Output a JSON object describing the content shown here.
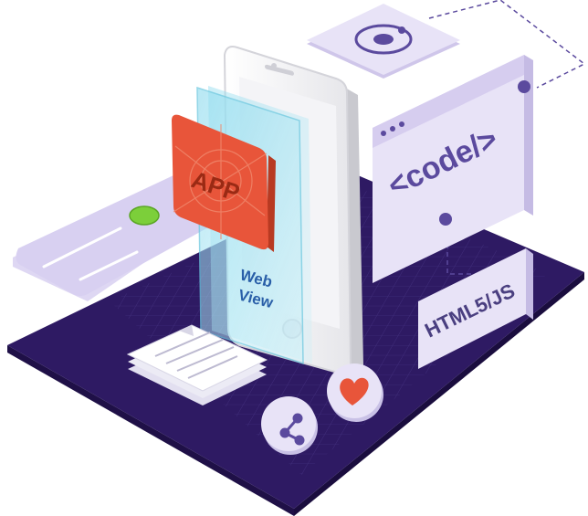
{
  "app_badge": {
    "label": "APP"
  },
  "webview": {
    "line1": "Web",
    "line2": "View"
  },
  "code_window": {
    "label": "<code/>"
  },
  "html_card": {
    "label": "HTML5/JS"
  },
  "colors": {
    "platform": "#2e1a63",
    "platform_side": "#1f1047",
    "lavender": "#e8e3f7",
    "lavender_dark": "#cfc6ea",
    "purple_accent": "#5b4a9e",
    "app_red": "#e8553a",
    "app_red_dark": "#b83a22",
    "glass": "#a9e3f1",
    "heart": "#e8553a",
    "green_dot": "#7ccf3a"
  },
  "icons": {
    "app": "app-badge-icon",
    "webview": "webview-panel",
    "code": "code-window-icon",
    "html": "html5-js-card",
    "share": "share-icon",
    "heart": "heart-icon",
    "document": "document-stack-icon",
    "credit_card": "credit-card-icon",
    "ionic": "ionic-logo-icon"
  }
}
